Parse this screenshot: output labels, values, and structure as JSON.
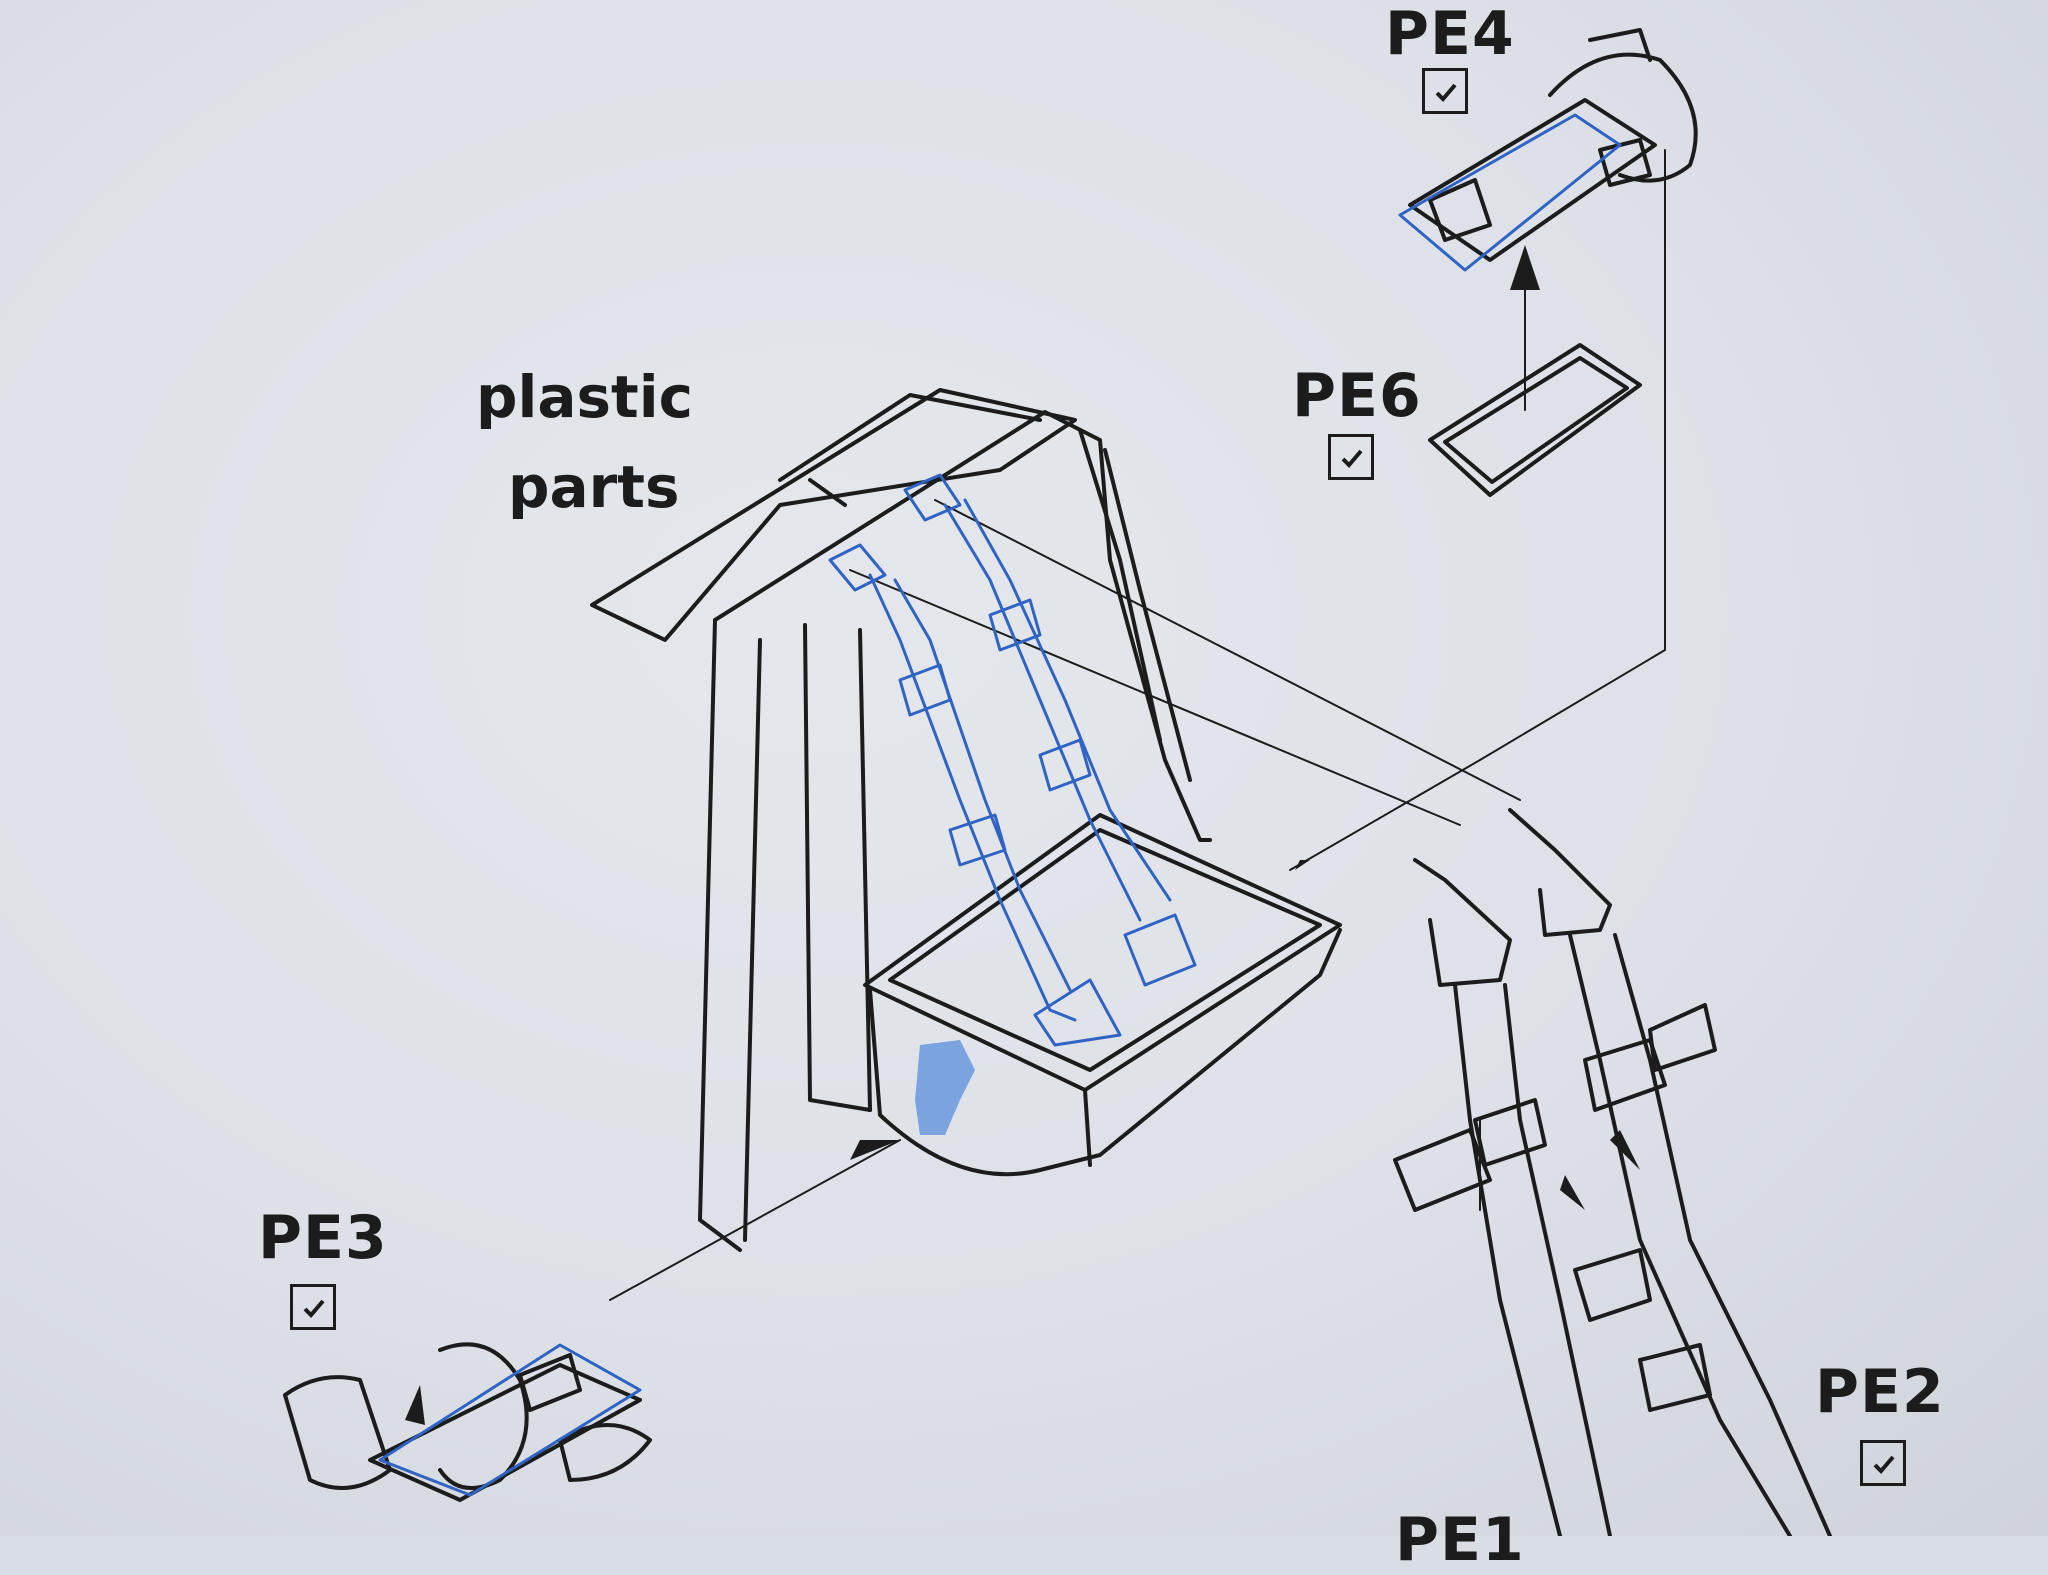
{
  "labels": {
    "pe4": "PE4",
    "pe6": "PE6",
    "pe3": "PE3",
    "pe2": "PE2",
    "pe1_partial": "PE1",
    "plastic_line1": "plastic",
    "plastic_line2": "parts"
  },
  "icons": {
    "check": "check-box-icon",
    "arrow": "arrow-head-icon"
  },
  "colors": {
    "ink": "#1c1c1c",
    "blue_ink": "#2f63c4",
    "paper": "#e1e4ea"
  }
}
